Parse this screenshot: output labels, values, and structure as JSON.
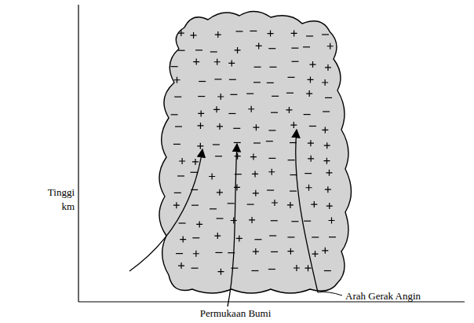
{
  "diagram": {
    "labels": [
      "Tinggi km",
      "Arah Gerak Angin",
      "Permukaan Bumi"
    ]
  }
}
